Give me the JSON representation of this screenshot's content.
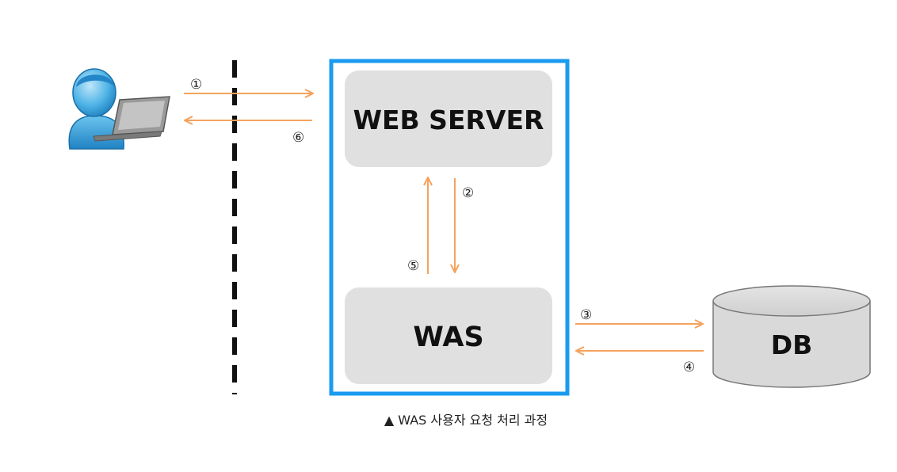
{
  "diagram": {
    "web_server_label": "WEB SERVER",
    "was_label": "WAS",
    "db_label": "DB",
    "steps": [
      "①",
      "②",
      "③",
      "④",
      "⑤",
      "⑥"
    ],
    "caption": "▲ WAS 사용자 요청 처리 과정",
    "colors": {
      "arrow": "#f5a25d",
      "server_frame": "#1a9bf0",
      "box_fill": "#e0e0e0",
      "db_fill": "#d9d9d9",
      "user_blue": "#2e9fd8"
    },
    "icons": [
      "user-laptop-icon",
      "database-icon"
    ]
  }
}
